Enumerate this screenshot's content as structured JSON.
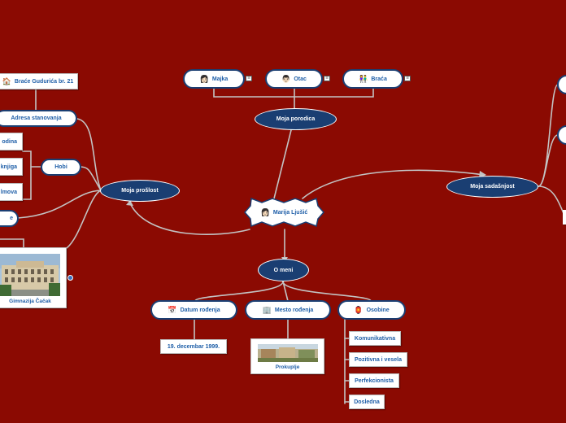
{
  "central": {
    "label": "Marija Ljušić",
    "emoji": "👩🏻"
  },
  "topics": {
    "porodica": "Moja porodica",
    "proslost": "Moja prošlost",
    "sadasnjost": "Moja sadašnjost",
    "o_meni": "O meni"
  },
  "porodica": [
    {
      "label": "Majka",
      "emoji": "👩🏻"
    },
    {
      "label": "Otac",
      "emoji": "👨🏻"
    },
    {
      "label": "Braća",
      "emoji": "👫"
    }
  ],
  "note_icon": "≡",
  "proslost": {
    "address_value": "Braće Gudurića br. 21",
    "address_emoji": "🏠",
    "address": "Adresa stanovanja",
    "hobi": "Hobi",
    "hobi_items": [
      "odina",
      "knjiga",
      "lmova"
    ],
    "extra": "e",
    "school": "Gimnazija Čačak",
    "school_icon": "link-icon"
  },
  "o_meni": {
    "datum": {
      "label": "Datum rođenja",
      "emoji": "📅",
      "value": "19. decembar 1999."
    },
    "mesto": {
      "label": "Mesto rođenja",
      "emoji": "🏢",
      "value": "Prokuplje"
    },
    "osobine": {
      "label": "Osobine",
      "emoji": "🏮",
      "items": [
        "Komunikativna",
        "Pozitivna i vesela",
        "Perfekcionista",
        "Dosledna"
      ]
    }
  },
  "colors": {
    "background": "#8b0a02",
    "topic": "#1a3e72",
    "text": "#1f5fa8",
    "line": "#c8c8c8"
  }
}
